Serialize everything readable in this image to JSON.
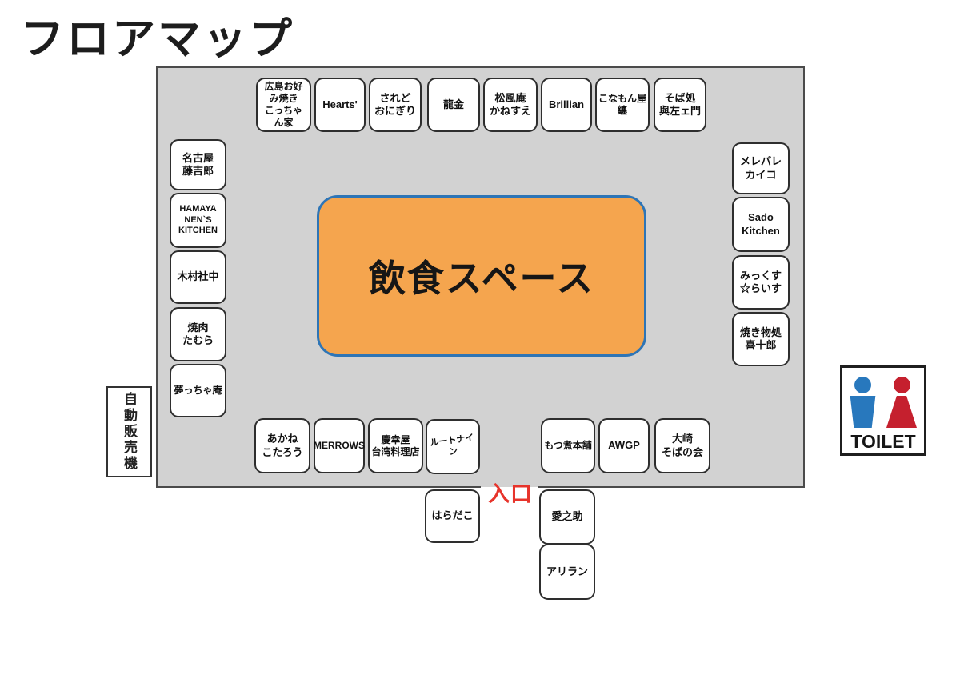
{
  "title": "フロアマップ",
  "dining_space": {
    "label": "飲食スペース"
  },
  "entrance": {
    "label": "入口"
  },
  "vending_machine": {
    "label": "自動販売機"
  },
  "toilet": {
    "label": "TOILET"
  },
  "colors": {
    "venue_bg": "#d2d2d2",
    "venue_border": "#4b4b4b",
    "dining_bg": "#f5a54e",
    "dining_border": "#2e75b6",
    "entrance_text": "#e7342b",
    "male_icon_blue": "#2878bd",
    "female_icon_red": "#c5202e"
  },
  "booths": {
    "top": [
      "広島お好\nみ焼き\nこっちゃ\nん家",
      "Hearts'",
      "されど\nおにぎり",
      "龍金",
      "松風庵\nかねすえ",
      "Brillian",
      "こなもん屋\n纏",
      "そば処\n與左ェ門"
    ],
    "left": [
      "名古屋\n藤吉郎",
      "HAMAYA\nNEN`S\nKITCHEN",
      "木村社中",
      "焼肉\nたむら",
      "夢っちゃ庵"
    ],
    "right": [
      "メレパレ\nカイコ",
      "Sado\nKitchen",
      "みっくす\n☆らいす",
      "焼き物処\n喜十郎"
    ],
    "bottom": [
      "あかね\nこたろう",
      "MERROWS",
      "慶幸屋\n台湾料理店",
      "ルートナイン",
      "もつ煮本舗",
      "AWGP",
      "大崎\nそばの会"
    ],
    "outside_bottom": [
      "はらだこ",
      "愛之助",
      "アリラン"
    ]
  }
}
